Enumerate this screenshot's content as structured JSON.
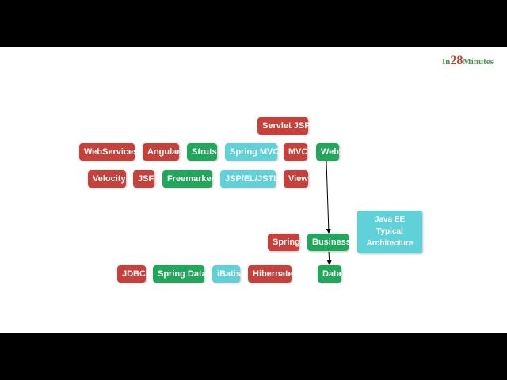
{
  "logo": {
    "prefix": "In",
    "number": "28",
    "suffix": "Minutes"
  },
  "colors": {
    "red": "#c84039",
    "green": "#1fa85a",
    "cyan": "#5ed1d9"
  },
  "boxes": {
    "servlet_jsp": "Servlet JSP",
    "webservices": "WebServices",
    "angular": "Angular",
    "struts": "Struts",
    "spring_mvc": "Spring MVC",
    "mvc": "MVC",
    "web": "Web",
    "velocity": "Velocity",
    "jsf": "JSF",
    "freemarker": "Freemarker",
    "jsp_el_jstl": "JSP/EL/JSTL",
    "view": "View",
    "spring": "Spring",
    "business": "Business",
    "jdbc": "JDBC",
    "spring_data": "Spring Data",
    "ibatis": "iBatis",
    "hibernate": "Hibernate",
    "data": "Data"
  },
  "architecture_note": {
    "line1": "Java EE",
    "line2": "Typical",
    "line3": "Architecture"
  }
}
